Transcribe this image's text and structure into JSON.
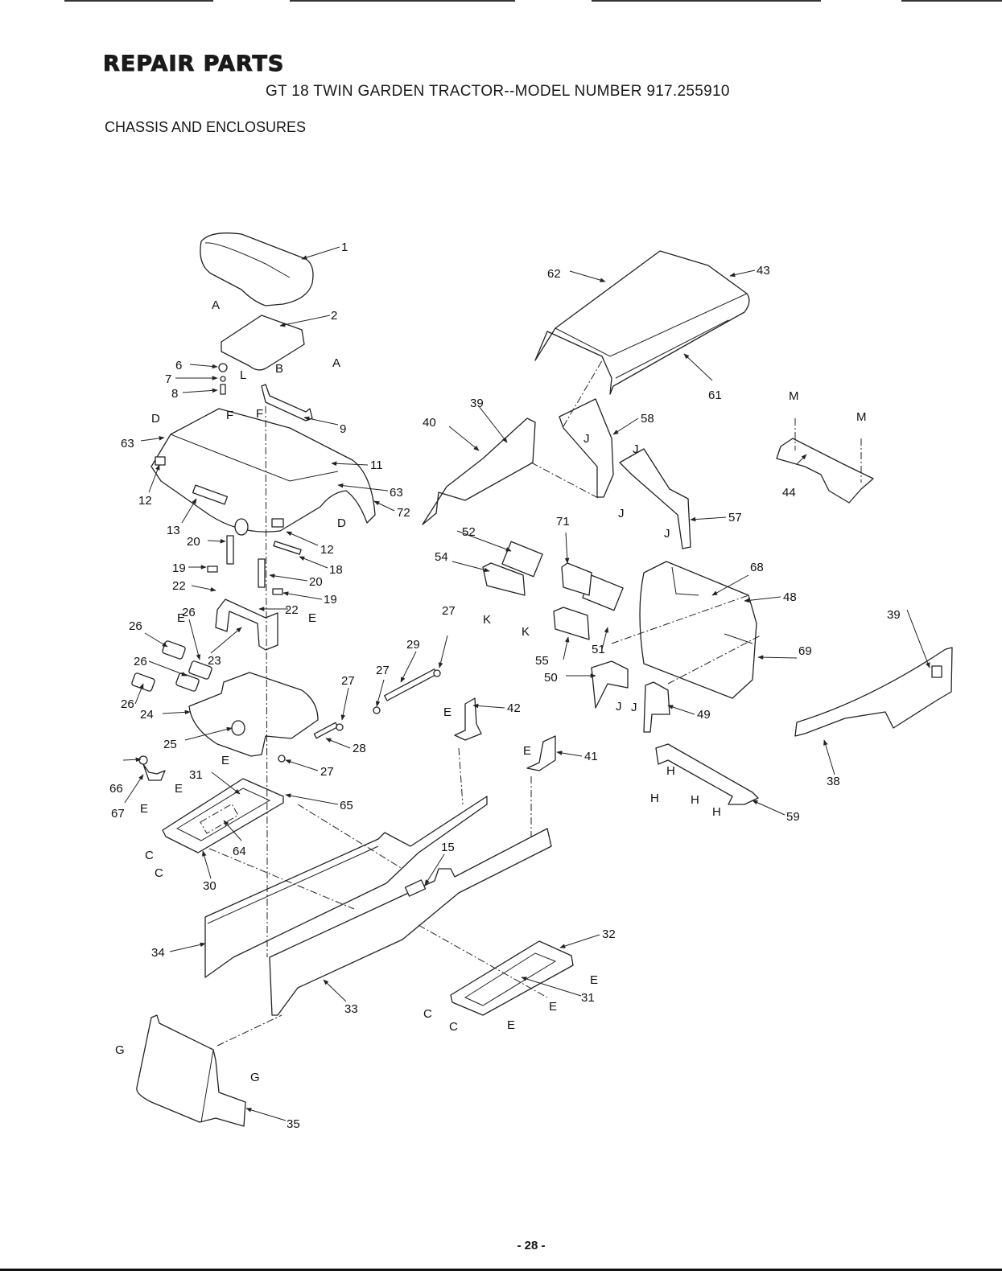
{
  "page": {
    "heading": "REPAIR PARTS",
    "model_line": "GT 18 TWIN GARDEN TRACTOR--MODEL NUMBER 917.255910",
    "section": "CHASSIS AND ENCLOSURES",
    "page_number": "- 28 -"
  },
  "diagram": {
    "parts": [
      {
        "id": "seat",
        "label": "1"
      },
      {
        "id": "seat-pan",
        "label": "2"
      },
      {
        "id": "washer",
        "label": "6"
      },
      {
        "id": "lock-washer",
        "label": "7"
      },
      {
        "id": "bolt",
        "label": "8"
      },
      {
        "id": "seat-hinge",
        "label": "9"
      },
      {
        "id": "fender",
        "label": "11"
      },
      {
        "id": "decal-left",
        "label": "12"
      },
      {
        "id": "decal-right",
        "label": "12"
      },
      {
        "id": "decal-rear",
        "label": "13"
      },
      {
        "id": "decal-frame",
        "label": "15"
      },
      {
        "id": "seat-switch-bracket",
        "label": "18"
      },
      {
        "id": "bumper-left",
        "label": "19"
      },
      {
        "id": "bumper-right",
        "label": "19"
      },
      {
        "id": "spring-left",
        "label": "20"
      },
      {
        "id": "spring-right",
        "label": "20"
      },
      {
        "id": "pin-left",
        "label": "22"
      },
      {
        "id": "pin-right",
        "label": "22"
      },
      {
        "id": "fender-bracket",
        "label": "23"
      },
      {
        "id": "fuel-tank",
        "label": "24"
      },
      {
        "id": "fuel-cap",
        "label": "25"
      },
      {
        "id": "pad-a",
        "label": "26"
      },
      {
        "id": "pad-b",
        "label": "26"
      },
      {
        "id": "pad-c",
        "label": "26"
      },
      {
        "id": "pad-d",
        "label": "26"
      },
      {
        "id": "clamp-a",
        "label": "27"
      },
      {
        "id": "clamp-b",
        "label": "27"
      },
      {
        "id": "clamp-c",
        "label": "27"
      },
      {
        "id": "clamp-d",
        "label": "27"
      },
      {
        "id": "fuel-line-short",
        "label": "28"
      },
      {
        "id": "fuel-line-long",
        "label": "29"
      },
      {
        "id": "footrest-left",
        "label": "30"
      },
      {
        "id": "footpad-left",
        "label": "31"
      },
      {
        "id": "footpad-right",
        "label": "31"
      },
      {
        "id": "footrest-right",
        "label": "32"
      },
      {
        "id": "frame-right",
        "label": "33"
      },
      {
        "id": "frame-left",
        "label": "34"
      },
      {
        "id": "rear-plate",
        "label": "35"
      },
      {
        "id": "side-panel-right",
        "label": "38"
      },
      {
        "id": "decal-side-left",
        "label": "39"
      },
      {
        "id": "decal-side-right",
        "label": "39"
      },
      {
        "id": "side-panel-left",
        "label": "40"
      },
      {
        "id": "bracket-41",
        "label": "41"
      },
      {
        "id": "bracket-42",
        "label": "42"
      },
      {
        "id": "hood",
        "label": "43"
      },
      {
        "id": "heat-shield",
        "label": "44"
      },
      {
        "id": "grille-housing",
        "label": "48"
      },
      {
        "id": "grille-bracket-right",
        "label": "49"
      },
      {
        "id": "grille-bracket-left",
        "label": "50"
      },
      {
        "id": "headlight-housing-right",
        "label": "51"
      },
      {
        "id": "headlight-housing-left",
        "label": "52"
      },
      {
        "id": "headlight-bracket-left",
        "label": "54"
      },
      {
        "id": "headlight-bracket-right",
        "label": "55"
      },
      {
        "id": "hood-hinge-right",
        "label": "57"
      },
      {
        "id": "hood-hinge-left",
        "label": "58"
      },
      {
        "id": "hood-support",
        "label": "59"
      },
      {
        "id": "hood-trim-side",
        "label": "61"
      },
      {
        "id": "hood-trim-front",
        "label": "62"
      },
      {
        "id": "fender-trim-left",
        "label": "63"
      },
      {
        "id": "fender-trim-right",
        "label": "63"
      },
      {
        "id": "footpad-insert",
        "label": "64"
      },
      {
        "id": "footrest-bolt",
        "label": "65"
      },
      {
        "id": "hood-latch",
        "label": "66"
      },
      {
        "id": "latch-spring",
        "label": "67"
      },
      {
        "id": "grille",
        "label": "68"
      },
      {
        "id": "grille-insert",
        "label": "69"
      },
      {
        "id": "light-bar",
        "label": "71"
      },
      {
        "id": "fender-edge",
        "label": "72"
      }
    ],
    "reference_letters": [
      "A",
      "A",
      "B",
      "C",
      "C",
      "C",
      "C",
      "D",
      "D",
      "E",
      "E",
      "E",
      "E",
      "E",
      "E",
      "E",
      "E",
      "E",
      "E",
      "F",
      "F",
      "G",
      "G",
      "H",
      "H",
      "H",
      "H",
      "J",
      "J",
      "J",
      "J",
      "J",
      "J",
      "K",
      "K",
      "L",
      "M",
      "M"
    ]
  }
}
